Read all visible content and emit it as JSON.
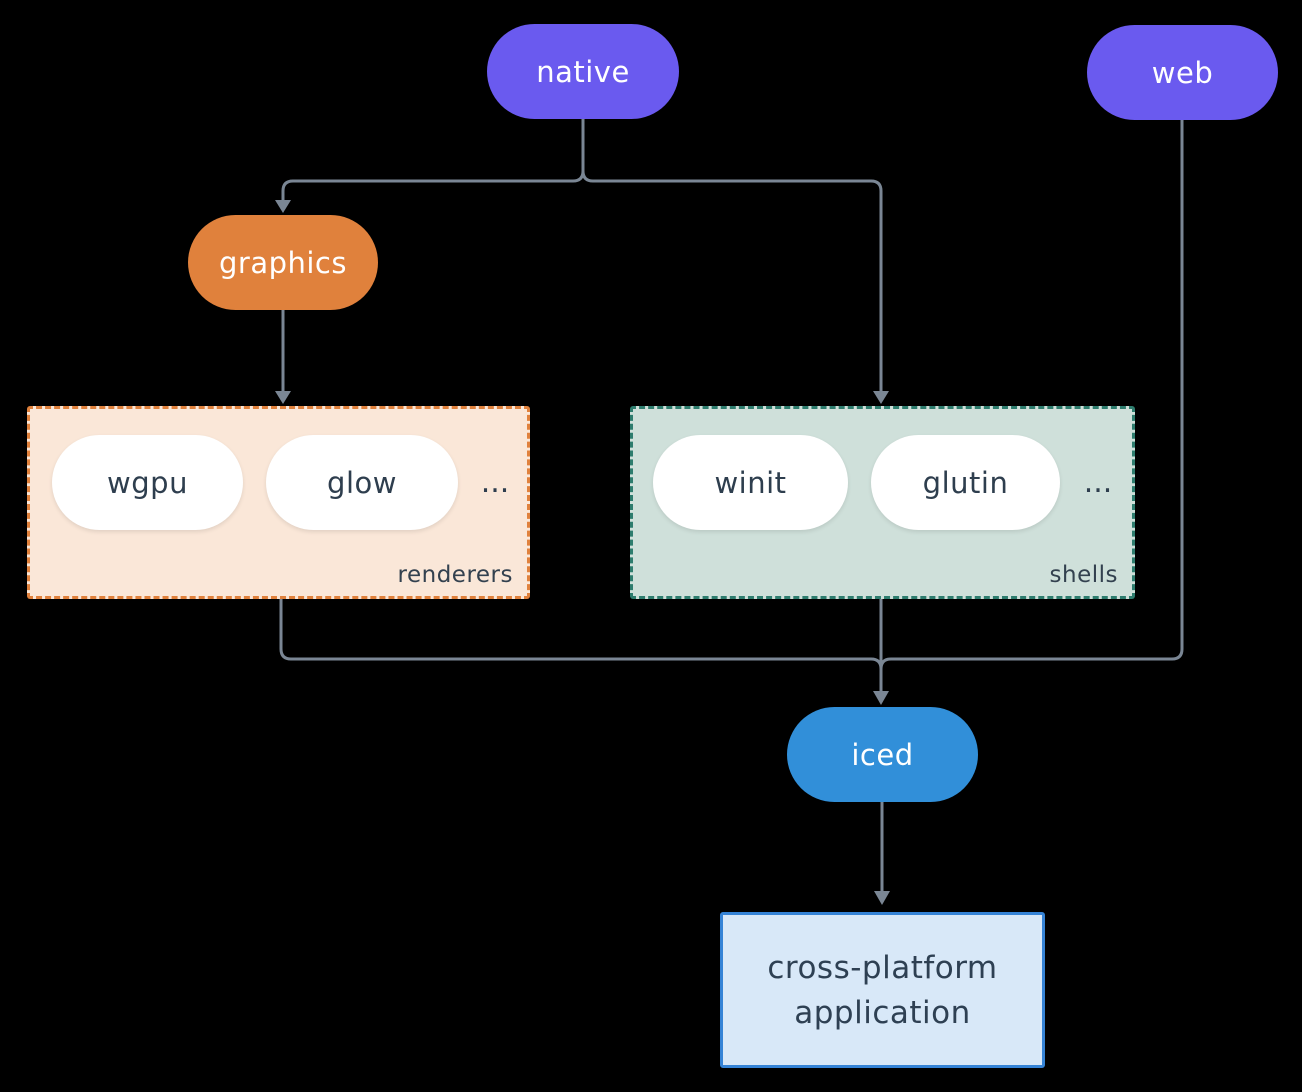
{
  "diagram": {
    "nodes": {
      "native": "native",
      "web": "web",
      "graphics": "graphics",
      "iced": "iced"
    },
    "groups": {
      "renderers": {
        "label": "renderers",
        "items": [
          "wgpu",
          "glow"
        ],
        "ellipsis": "..."
      },
      "shells": {
        "label": "shells",
        "items": [
          "winit",
          "glutin"
        ],
        "ellipsis": "..."
      }
    },
    "app_box": {
      "line1": "cross-platform",
      "line2": "application"
    },
    "colors": {
      "platform_node": "#6A5AEF",
      "graphics_node": "#E0813C",
      "iced_node": "#318FD9",
      "renderers_bg": "#FAE7D8",
      "renderers_border": "#E0813C",
      "shells_bg": "#CFE0DA",
      "shells_border": "#2E7D6E",
      "app_bg": "#D8E8F8",
      "app_border": "#3583D6",
      "white_pill_bg": "#FFFFFF",
      "dark_text": "#2E3E4E",
      "connector": "#7A8694",
      "background": "#000000"
    }
  }
}
